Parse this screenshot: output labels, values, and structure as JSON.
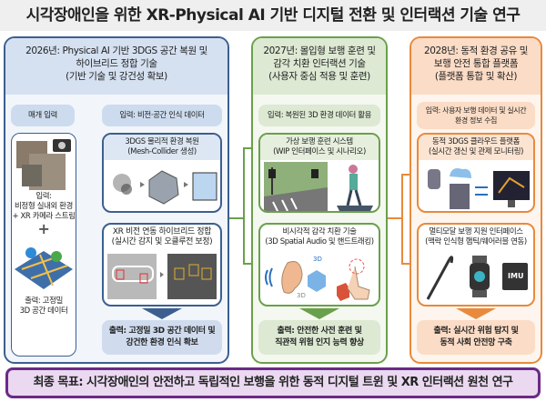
{
  "title": "시각장애인을 위한 XR-Physical AI 기반 디지털 전환 및 인터랙션 기술 연구",
  "phase2026": {
    "header": [
      "2026년: Physical AI 기반 3DGS 공간 복원 및",
      "하이브리드 정합 기술",
      "(기반 기술 및 강건성 확보)"
    ],
    "media_label": "매개 입력",
    "media_input": [
      "입력:",
      "비정형 실내외 환경",
      "+ XR 카메라 스트림"
    ],
    "plus": "+",
    "media_output": [
      "출력: 고정밀",
      "3D 공간 데이터"
    ],
    "input": "입력: 비전·공간 인식 데이터",
    "card1": [
      "3DGS 물리적 환경 복원",
      "(Mesh-Collider 생성)"
    ],
    "card2": [
      "XR 비전 연동 하이브리드 정합",
      "(실시간 감지 및 오클루전 보정)"
    ],
    "output": [
      "출력: 고정밀 3D 공간 데이터 및",
      "강건한 환경 인식 확보"
    ]
  },
  "phase2027": {
    "header": [
      "2027년: 몰입형 보행 훈련 및",
      "감각 치환 인터랙션 기술",
      "(사용자 중심 적용 및 훈련)"
    ],
    "input": "입력: 복원된 3D 환경 데이터 활용",
    "card1": [
      "가상 보행 훈련 시스템",
      "(WIP 인터페이스 및 시나리오)"
    ],
    "card2": [
      "비시각적 감각 치환 기술",
      "(3D Spatial Audio 및 핸드트래킹)"
    ],
    "audio_labels": [
      "3D",
      "3D"
    ],
    "output": [
      "출력: 안전한 사전 훈련 및",
      "직관적 위험 인지 능력 향상"
    ]
  },
  "phase2028": {
    "header": [
      "2028년: 동적 환경 공유 및",
      "보행 안전 통합 플랫폼",
      "(플랫폼 통합 및 확산)"
    ],
    "input": [
      "입력: 사용자 보행 데이터 및 실시간",
      "환경 정보 수집"
    ],
    "card1": [
      "동적 3DGS 클라우드 플랫폼",
      "(실시간 갱신 및 관제 모니터링)"
    ],
    "card2": [
      "멀티모달 보행 지원 인터페이스",
      "(맥락 인식형 햅틱/웨어러블 연동)"
    ],
    "imu_label": "IMU",
    "output": [
      "출력: 실시간 위험 탐지 및",
      "동적 사회 안전망 구축"
    ]
  },
  "goal": "최종 목표: 시각장애인의 안전하고 독립적인 보행을 위한 동적 디지털 트윈 및 XR 인터랙션 원천 연구",
  "colors": {
    "blue": "#3c5f8f",
    "green": "#6aa04b",
    "orange": "#e88a3c",
    "purple": "#6a2a86"
  }
}
